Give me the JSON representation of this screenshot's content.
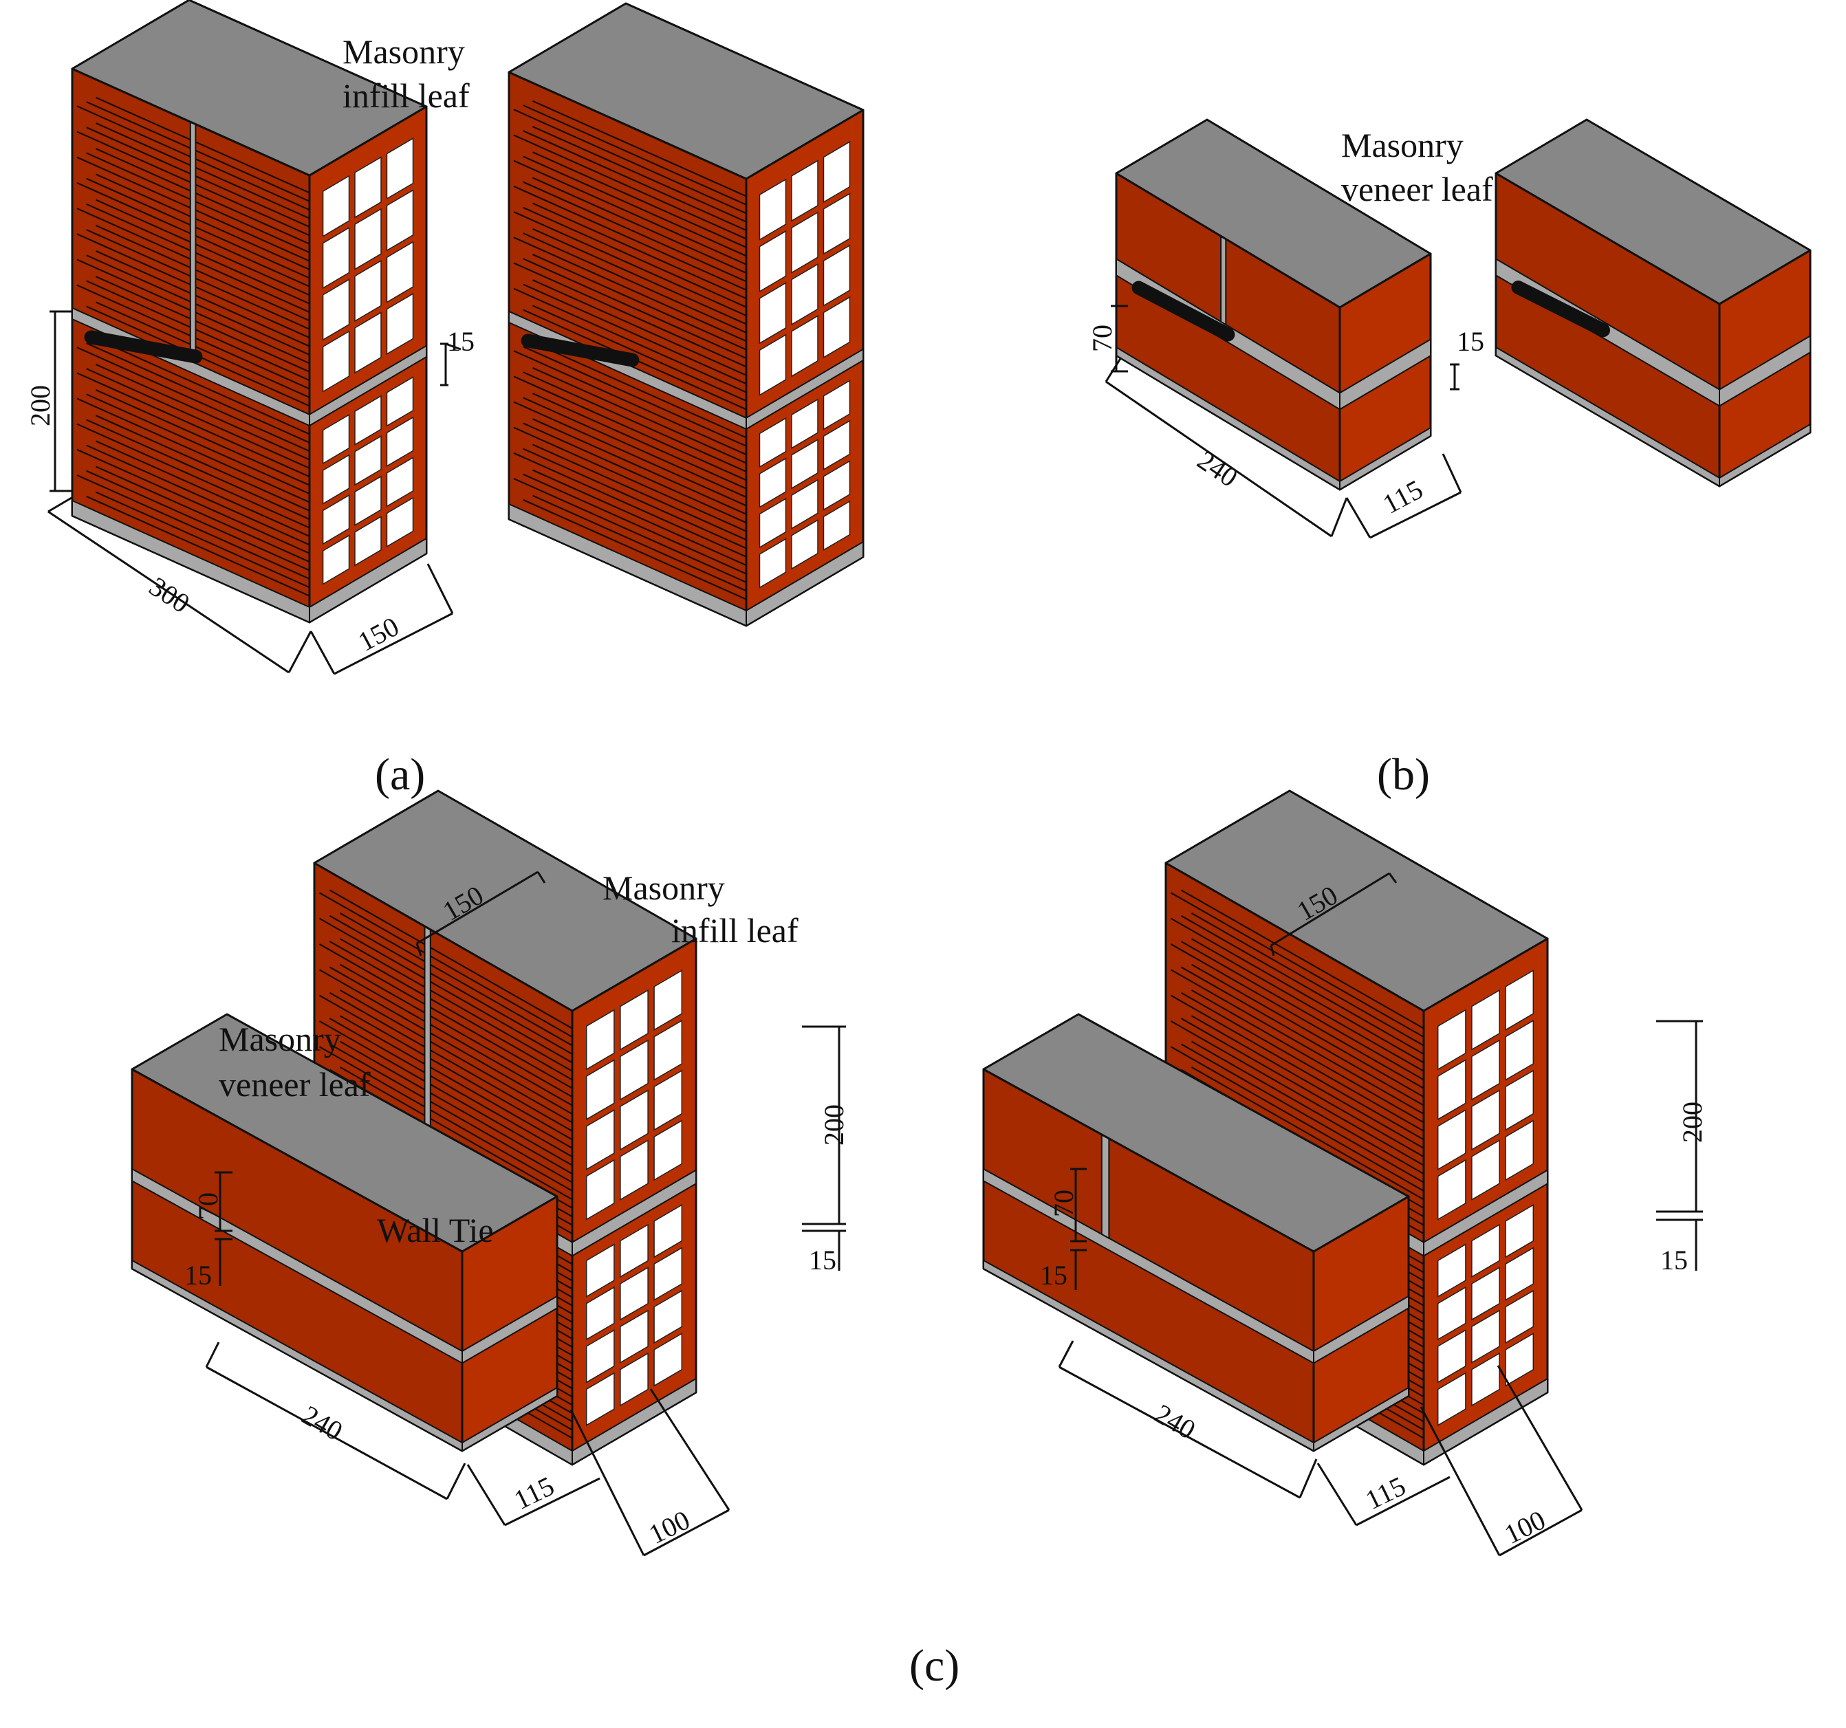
{
  "panels": {
    "a": {
      "caption": "(a)",
      "leaf_label": [
        "Masonry",
        "infill leaf"
      ],
      "dimensions": {
        "length": "300",
        "width": "150",
        "height": "200",
        "joint": "15"
      }
    },
    "b": {
      "caption": "(b)",
      "leaf_label": [
        "Masonry",
        "veneer leaf"
      ],
      "dimensions": {
        "length": "240",
        "width": "115",
        "height": "70",
        "joint": "15"
      }
    },
    "c": {
      "caption": "(c)",
      "infill_label": [
        "Masonry",
        "infill leaf"
      ],
      "veneer_label": [
        "Masonry",
        "veneer leaf"
      ],
      "tie_label": "Wall Tie",
      "dimensions": {
        "infill_width": "150",
        "infill_height": "200",
        "veneer_height": "70",
        "joint": "15",
        "veneer_length": "240",
        "veneer_width": "115",
        "cavity": "100"
      }
    }
  },
  "colors": {
    "brick": "#a52a00",
    "brick_side": "#b83000",
    "top_face": "#878787",
    "mortar": "#a8a8a8",
    "perforation_hole": "#ffffff",
    "tie": "#101010",
    "outline": "#111111"
  }
}
